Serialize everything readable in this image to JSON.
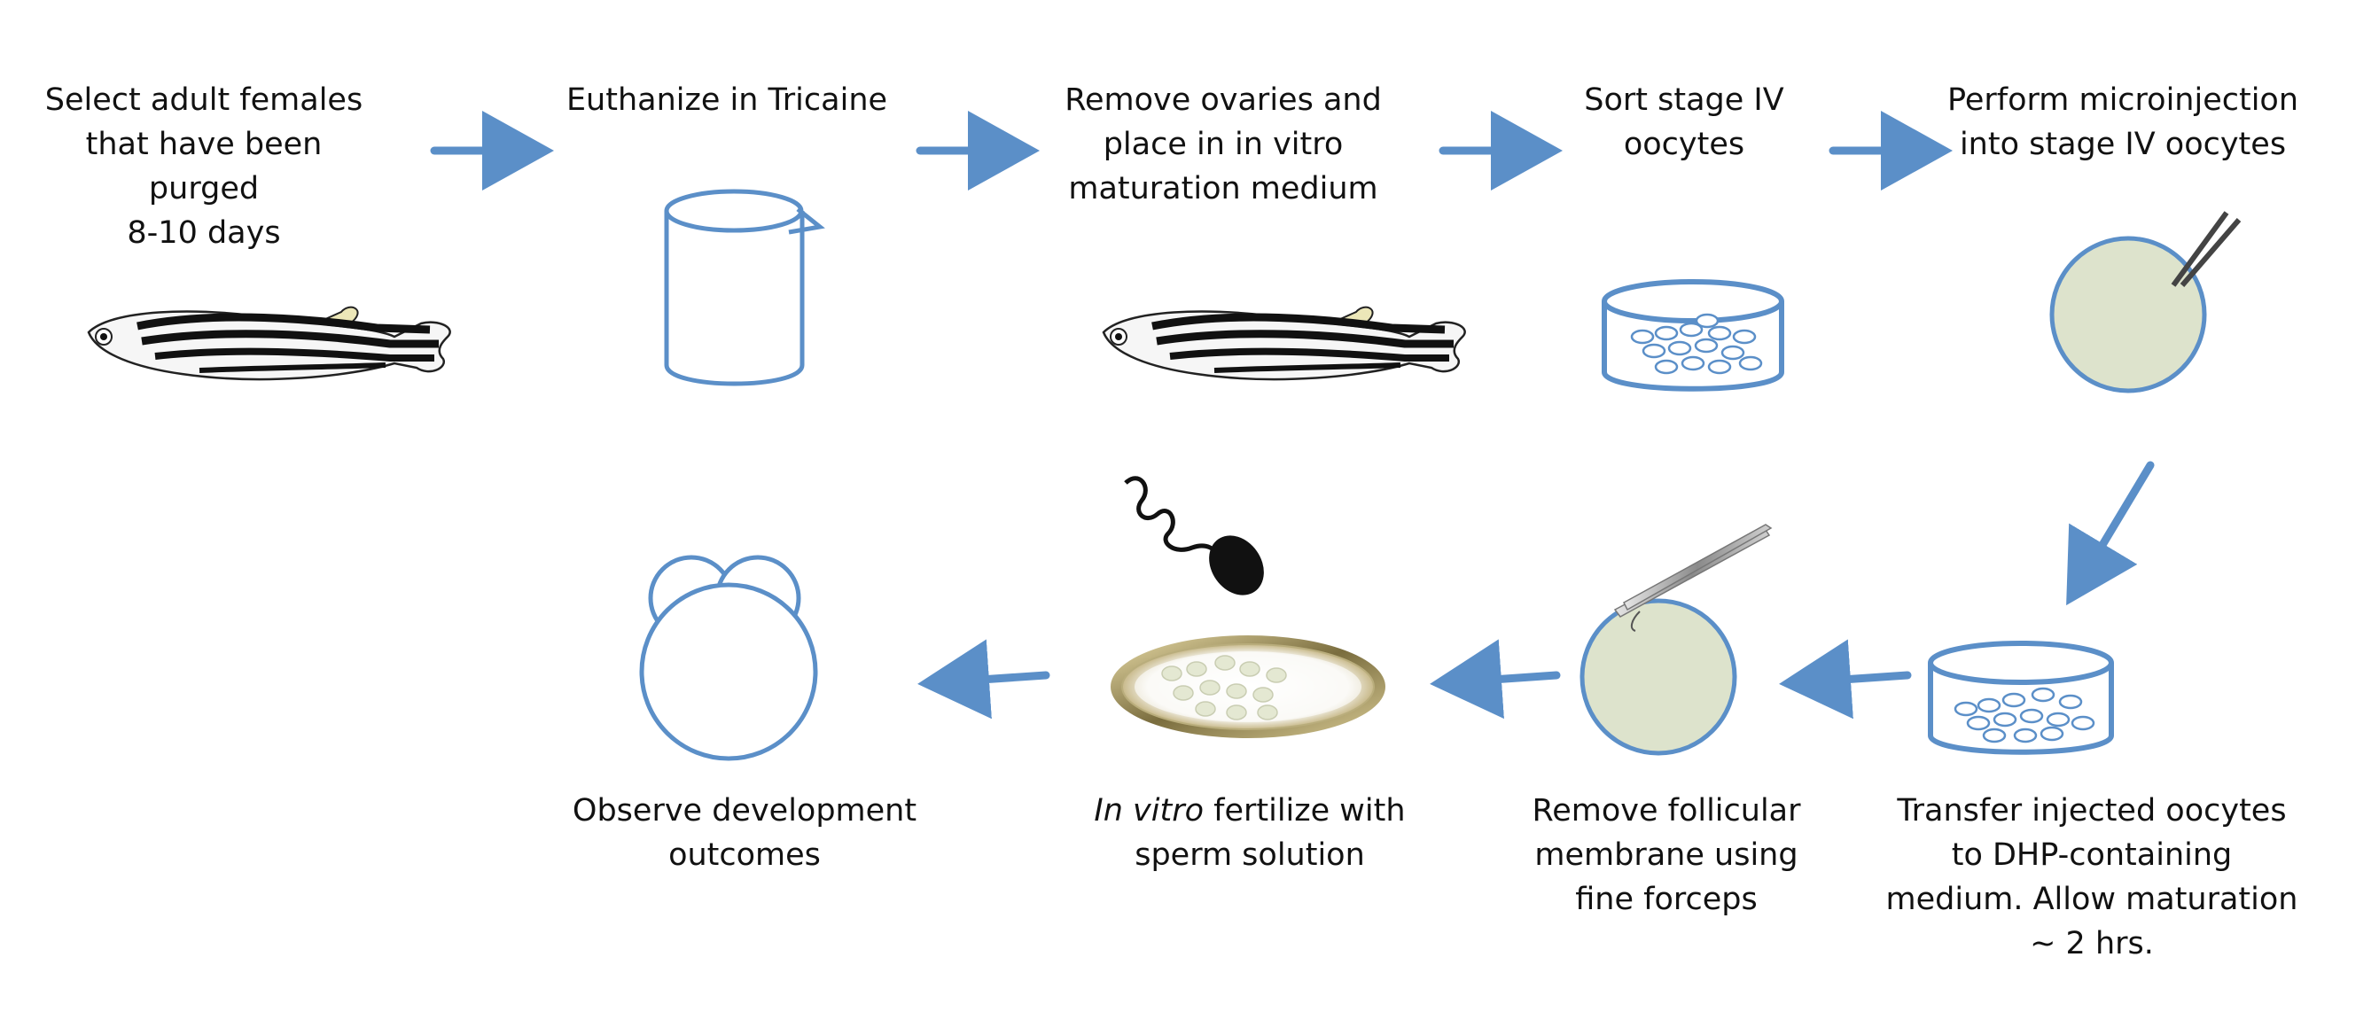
{
  "steps": [
    {
      "id": "select",
      "lines": [
        "Select adult females",
        "that have been purged",
        "8-10 days"
      ]
    },
    {
      "id": "euthanize",
      "lines": [
        "Euthanize in Tricaine"
      ]
    },
    {
      "id": "ovaries",
      "lines": [
        "Remove ovaries and",
        "place in in vitro",
        "maturation medium"
      ]
    },
    {
      "id": "sort",
      "lines": [
        "Sort stage IV",
        "oocytes"
      ]
    },
    {
      "id": "microinject",
      "lines": [
        "Perform microinjection",
        "into stage IV oocytes"
      ]
    },
    {
      "id": "transfer",
      "lines": [
        "Transfer injected oocytes",
        "to DHP-containing",
        "medium. Allow maturation",
        "~ 2 hrs."
      ]
    },
    {
      "id": "follicular",
      "lines": [
        "Remove follicular",
        "membrane using",
        "fine forceps"
      ]
    },
    {
      "id": "fertilize",
      "italic": "In vitro",
      "rest": " fertilize with",
      "line2": "sperm solution"
    },
    {
      "id": "observe",
      "lines": [
        "Observe development",
        "outcomes"
      ]
    }
  ],
  "colors": {
    "arrow": "#5b8fc8",
    "outline": "#5b8fc8",
    "oocyte_fill": "#dde3cc",
    "text": "#111111"
  }
}
